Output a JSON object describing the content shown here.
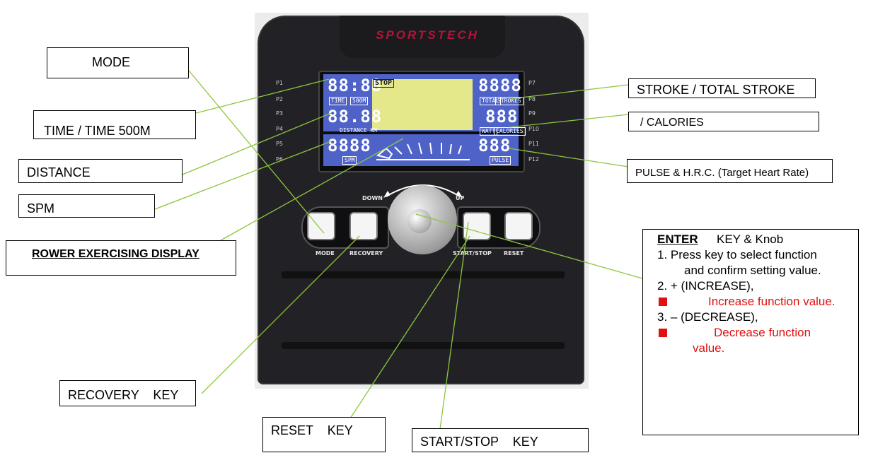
{
  "colors": {
    "leader_line": "#8dc63f",
    "red_text": "#e01010",
    "console": "#222226",
    "lcd": "#4f62c8"
  },
  "console": {
    "brand": "SPORTSTECH",
    "programs_left": [
      "P1",
      "P2",
      "P3",
      "P4",
      "P5",
      "P6"
    ],
    "programs_right": [
      "P7",
      "P8",
      "P9",
      "P10",
      "P11",
      "P12"
    ],
    "lcd": {
      "time_digits": "88:88",
      "distance_digits": "88.88",
      "spm_digits": "8888",
      "stroke_digits": "8888",
      "watt_digits": "888",
      "pulse_digits": "888",
      "stop_label": "STOP",
      "time_tag": "TIME",
      "time500_tag": "500M",
      "distance_tag": "DISTANCE KM",
      "spm_tag": "SPM",
      "total_tag": "TOTAL",
      "strokes_tag": "STROKES",
      "watt_tag": "WATT",
      "calories_tag": "CALORIES",
      "pulse_tag": "PULSE"
    },
    "keys": {
      "mode": "MODE",
      "recovery": "RECOVERY",
      "start_stop": "START/STOP",
      "reset": "RESET",
      "down": "DOWN",
      "up": "UP"
    }
  },
  "callouts": {
    "mode": "MODE",
    "time": "TIME / TIME 500M",
    "distance": "DISTANCE",
    "spm": "SPM",
    "rower_display": "ROWER EXERCISING DISPLAY",
    "recovery_key": "RECOVERY    KEY",
    "reset_key": "RESET    KEY",
    "start_stop_key": "START/STOP    KEY",
    "stroke": "STROKE / TOTAL STROKE",
    "calories": "/ CALORIES",
    "pulse": "PULSE & H.R.C. (Target Heart Rate)"
  },
  "enter_box": {
    "title": "ENTER",
    "title_rest": "KEY & Knob",
    "line1": "1. Press key to select function",
    "line1b": "and confirm setting value.",
    "line2": "2. + (INCREASE),",
    "line2_detail": "Increase function value.",
    "line3": "3. – (DECREASE),",
    "line3_detail": "Decrease function",
    "line3_detail_b": "value."
  }
}
